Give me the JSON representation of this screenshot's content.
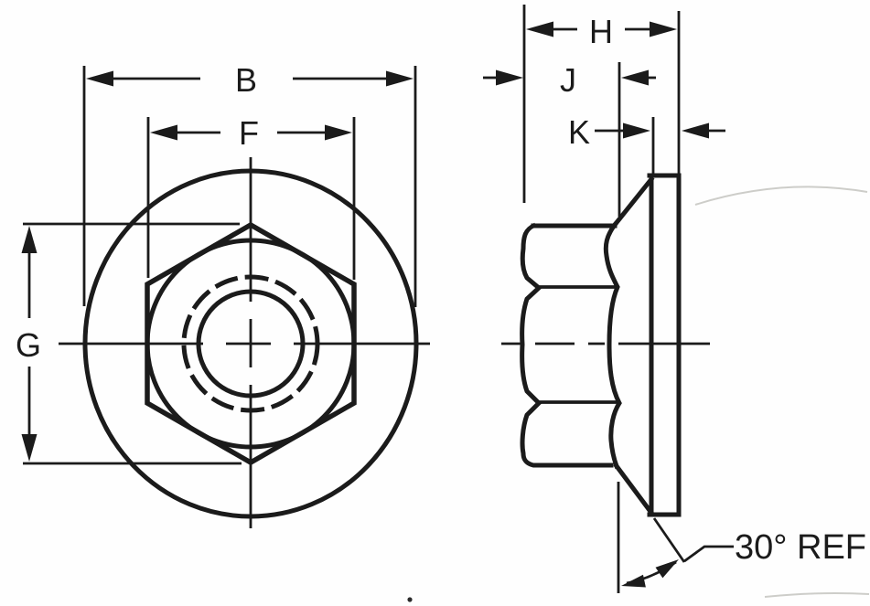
{
  "colors": {
    "ink": "#1b1b1b",
    "paper": "#fefefe"
  },
  "front_view": {
    "dim_b": "B",
    "dim_f": "F",
    "dim_g": "G"
  },
  "side_view": {
    "dim_h": "H",
    "dim_j": "J",
    "dim_k": "K",
    "angle_note": "30° REF"
  }
}
